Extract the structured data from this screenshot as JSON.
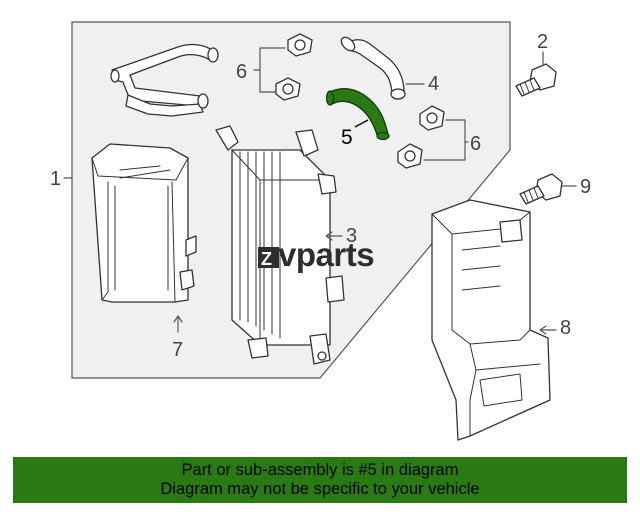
{
  "diagram": {
    "callouts": [
      "1",
      "2",
      "3",
      "4",
      "5",
      "6",
      "6",
      "7",
      "8",
      "9"
    ],
    "selected_part": "5",
    "highlight_color": "#2a7a14"
  },
  "watermark": {
    "text": "vparts",
    "logo_letter": "Z"
  },
  "banner": {
    "line1": "Part or sub-assembly is #5 in diagram",
    "line2": "Diagram may not be specific to your vehicle",
    "background_color": "#2a7a14"
  }
}
